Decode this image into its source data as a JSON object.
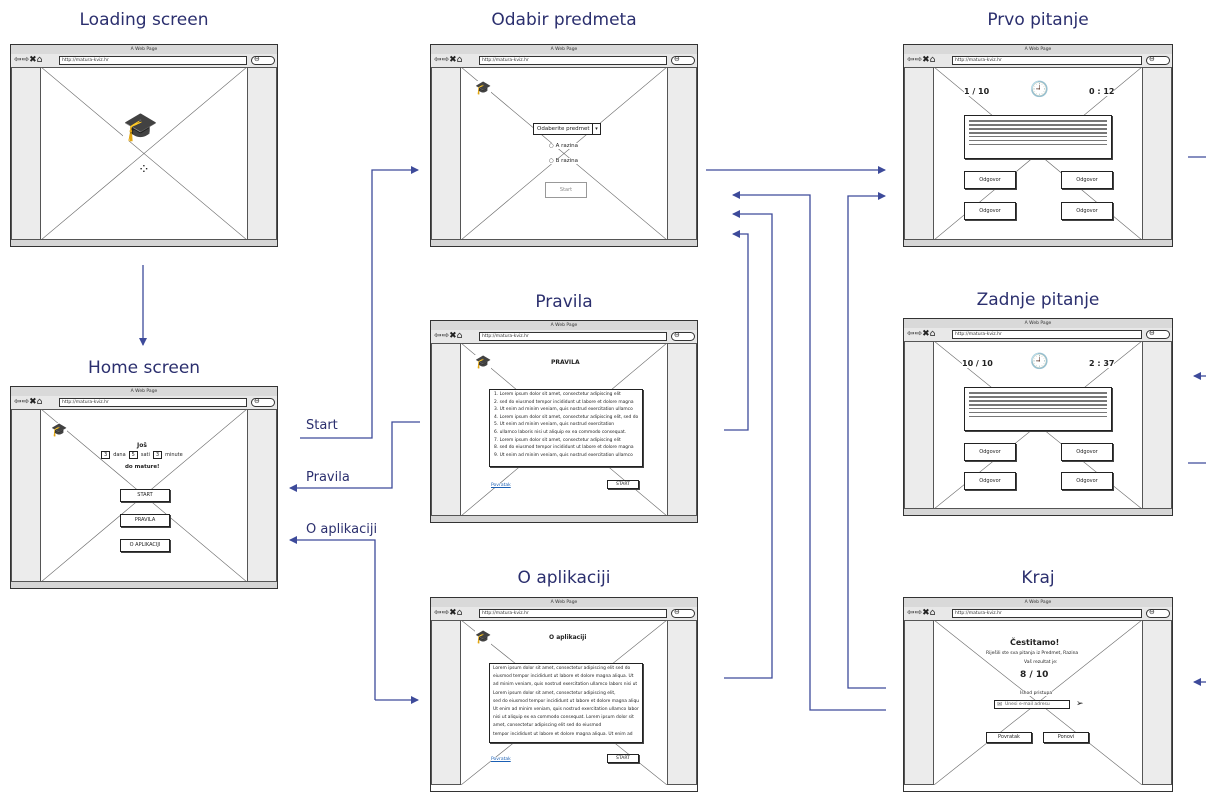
{
  "screens": {
    "loading": {
      "title": "Loading screen",
      "window_title": "A Web Page",
      "url": "http://matura-kviz.hr"
    },
    "home": {
      "title": "Home screen",
      "window_title": "A Web Page",
      "url": "http://matura-kviz.hr",
      "heading": "Još",
      "days_value": "3",
      "days_label": "dana",
      "hours_value": "5",
      "hours_label": "sati",
      "minutes_value": "3",
      "minutes_label": "minute",
      "sub": "do mature!",
      "buttons": [
        "START",
        "PRAVILA",
        "O APLIKACIJI"
      ]
    },
    "odabir": {
      "title": "Odabir predmeta",
      "window_title": "A Web Page",
      "url": "http://matura-kviz.hr",
      "select_value": "Odaberite predmet",
      "radio_a": "A razina",
      "radio_b": "B razina",
      "start": "Start"
    },
    "pravila": {
      "title": "Pravila",
      "window_title": "A Web Page",
      "url": "http://matura-kviz.hr",
      "heading": "PRAVILA",
      "rules": [
        "1. Lorem ipsum dolor sit amet, consectetur adipiscing elit",
        "2. sed do eiusmod tempor incididunt ut labore et dolore magna",
        "3. Ut enim ad minim veniam, quis nostrud exercitation ullamco",
        "4. Lorem ipsum dolor sit amet, consectetur adipiscing elit, sed do",
        "5. Ut enim ad minim veniam, quis nostrud exercitation",
        "6. ullamco laboris nisi ut aliquip ex ea commodo consequat.",
        "7. Lorem ipsum dolor sit amet, consectetur adipiscing elit",
        "8. sed do eiusmod tempor incididunt ut labore et dolore magna",
        "9. Ut enim ad minim veniam, quis nostrud exercitation ullamco"
      ],
      "back": "Povratak",
      "start": "START"
    },
    "oaplikaciji": {
      "title": "O aplikaciji",
      "window_title": "A Web Page",
      "url": "http://matura-kviz.hr",
      "heading": "O aplikaciji",
      "lines": [
        "Lorem ipsum dolor sit amet, consectetur adipiscing elit sed do",
        "eiusmod tempor incididunt ut labore et dolore magna aliqua. Ut",
        "ad minim veniam, quis nostrud exercitation ullamco labors nisi ut",
        "Lorem ipsum dolor sit amet, consectetur adipiscing elit,",
        "sed do eiusmod tempor incididunt ut labore et dolore magna aliqua.",
        "Ut enim ad minim veniam, quis nostrud exercitation ullamco laboris",
        "nisi ut aliquip ex ea commodo consequat. Lorem ipsum dolor sit",
        "amet, consectetur adipiscing elit sed do eiusmod",
        "tempor incididunt ut labore et dolore magna aliqua. Ut enim ad"
      ],
      "back": "Povratak",
      "start": "START"
    },
    "prvo": {
      "title": "Prvo pitanje",
      "window_title": "A Web Page",
      "url": "http://matura-kviz.hr",
      "progress": "1 / 10",
      "timer": "0 : 12",
      "answers": [
        "Odgovor",
        "Odgovor",
        "Odgovor",
        "Odgovor"
      ]
    },
    "zadnje": {
      "title": "Zadnje pitanje",
      "window_title": "A Web Page",
      "url": "http://matura-kviz.hr",
      "progress": "10 / 10",
      "timer": "2 : 37",
      "answers": [
        "Odgovor",
        "Odgovor",
        "Odgovor",
        "Odgovor"
      ]
    },
    "kraj": {
      "title": "Kraj",
      "window_title": "A Web Page",
      "url": "http://matura-kviz.hr",
      "congrats": "Čestitamo!",
      "line1": "Riješili ste sva pitanja iz Predmet, Razina",
      "line2": "Vaš rezultat je:",
      "score": "8 / 10",
      "email_label": "Ishod pristupa",
      "email_placeholder": "Unesi e-mail adresu",
      "back": "Povratak",
      "retry": "Ponovi"
    }
  },
  "arrows": {
    "start": "Start",
    "pravila": "Pravila",
    "oaplikaciji": "O aplikaciji"
  },
  "colors": {
    "accent": "#2b2f6e",
    "arrow": "#3d4a9a"
  }
}
